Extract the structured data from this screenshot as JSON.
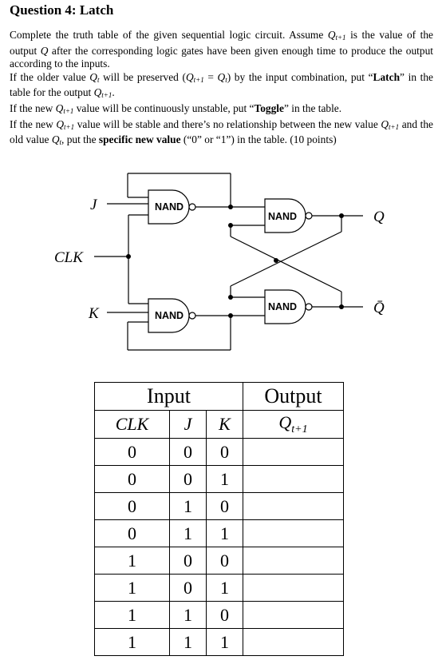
{
  "question_title": "Question 4: Latch",
  "instructions": {
    "p1_a": "Complete the truth table of the given sequential logic circuit. Assume ",
    "p1_b": " is the value of the output ",
    "p1_c": " after the corresponding logic gates have been given enough time to produce the output according to the inputs.",
    "p2_a": "If the older value ",
    "p2_b": " will be preserved (",
    "p2_c": ") by the input combination, put “",
    "p2_latch": "Latch",
    "p2_d": "” in the table for the output ",
    "p2_e": ".",
    "p3_a": "If the new ",
    "p3_b": " value will be continuously unstable, put “",
    "p3_toggle": "Toggle",
    "p3_c": "” in the table.",
    "p4_a": "If the new ",
    "p4_b": " value will be stable and there’s no relationship between the new value ",
    "p4_c": " and the old value ",
    "p4_d": ", put the ",
    "p4_bold": "specific new value",
    "p4_e": " (“0” or “1”) in the table. (10 points)",
    "q": "Q",
    "qt1": "t+1",
    "qt": "t",
    "eq": " = "
  },
  "circuit": {
    "input_j": "J",
    "input_clk": "CLK",
    "input_k": "K",
    "gate_label": "NAND",
    "output_q": "Q",
    "output_qbar": "Q̄"
  },
  "table": {
    "input_header": "Input",
    "output_header": "Output",
    "col_clk": "CLK",
    "col_j": "J",
    "col_k": "K",
    "col_q": "Q",
    "col_q_sub": "t+1",
    "rows": [
      {
        "clk": "0",
        "j": "0",
        "k": "0",
        "q": ""
      },
      {
        "clk": "0",
        "j": "0",
        "k": "1",
        "q": ""
      },
      {
        "clk": "0",
        "j": "1",
        "k": "0",
        "q": ""
      },
      {
        "clk": "0",
        "j": "1",
        "k": "1",
        "q": ""
      },
      {
        "clk": "1",
        "j": "0",
        "k": "0",
        "q": ""
      },
      {
        "clk": "1",
        "j": "0",
        "k": "1",
        "q": ""
      },
      {
        "clk": "1",
        "j": "1",
        "k": "0",
        "q": ""
      },
      {
        "clk": "1",
        "j": "1",
        "k": "1",
        "q": ""
      }
    ]
  }
}
